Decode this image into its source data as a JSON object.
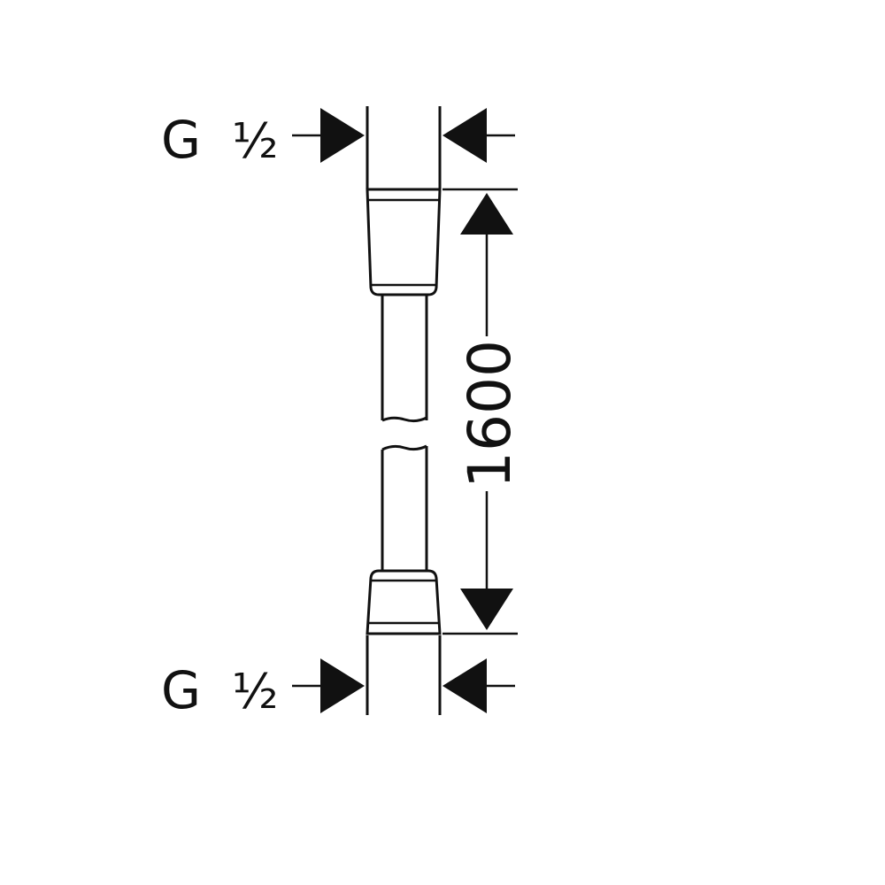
{
  "top_thread": {
    "letter": "G",
    "size": "½"
  },
  "bottom_thread": {
    "letter": "G",
    "size": "½"
  },
  "length": "1600",
  "colors": {
    "line": "#111111",
    "background": "#ffffff"
  }
}
